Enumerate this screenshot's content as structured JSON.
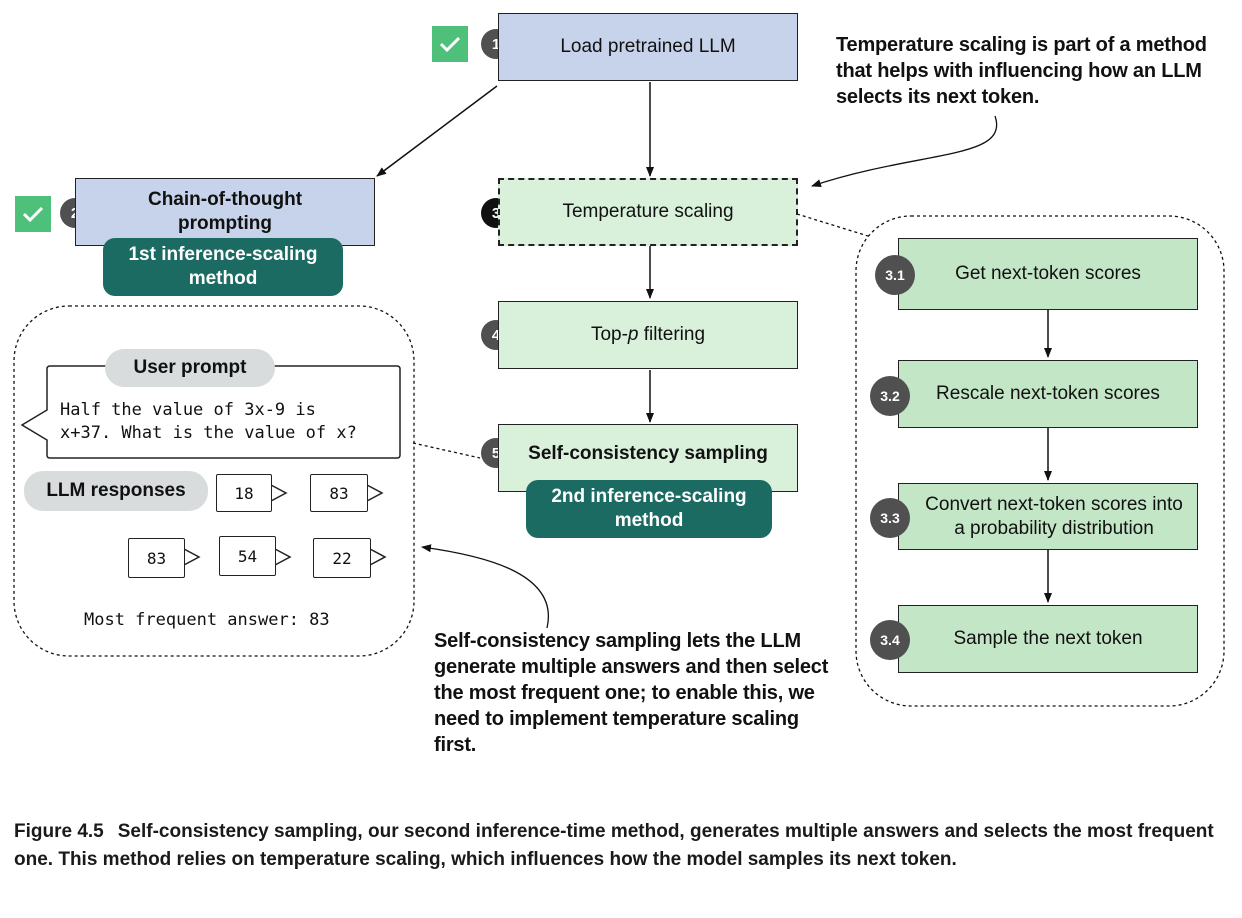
{
  "steps": {
    "s1": {
      "num": "1",
      "label": "Load pretrained LLM"
    },
    "s2": {
      "num": "2",
      "label": "Chain-of-thought prompting"
    },
    "s3": {
      "num": "3",
      "label": "Temperature scaling"
    },
    "s4": {
      "num": "4",
      "label_pre": "Top-",
      "label_em": "p",
      "label_post": " filtering"
    },
    "s5": {
      "num": "5",
      "label": "Self-consistency sampling"
    }
  },
  "methods": {
    "first": "1st inference-scaling method",
    "second": "2nd inference-scaling method"
  },
  "substeps": [
    {
      "num": "3.1",
      "label": "Get next-token scores"
    },
    {
      "num": "3.2",
      "label": "Rescale next-token scores"
    },
    {
      "num": "3.3",
      "label": "Convert next-token scores into a probability distribution"
    },
    {
      "num": "3.4",
      "label": "Sample the next token"
    }
  ],
  "example": {
    "user_prompt_title": "User prompt",
    "prompt_line1": "Half the value of 3x-9 is",
    "prompt_line2": "x+37. What is the value of x?",
    "responses_title": "LLM responses",
    "responses": [
      "18",
      "83",
      "83",
      "54",
      "22"
    ],
    "most_frequent": "Most frequent answer: 83"
  },
  "notes": {
    "temperature": "Temperature scaling is part of a method that helps with influencing how an LLM selects its next token.",
    "self_consistency": "Self-consistency sampling lets the LLM generate multiple answers and then select the most frequent one; to enable this, we need to implement temperature scaling first."
  },
  "caption": {
    "label": "Figure 4.5",
    "text": "Self-consistency sampling, our second inference-time method, generates multiple answers and selects the most frequent one. This method relies on temperature scaling, which influences how the model samples its next token."
  },
  "colors": {
    "blue_box": "#c7d3ea",
    "green_box": "#d9f0da",
    "method_pill": "#1b6b63",
    "check": "#4fc07a"
  },
  "icons": [
    "check-icon"
  ]
}
